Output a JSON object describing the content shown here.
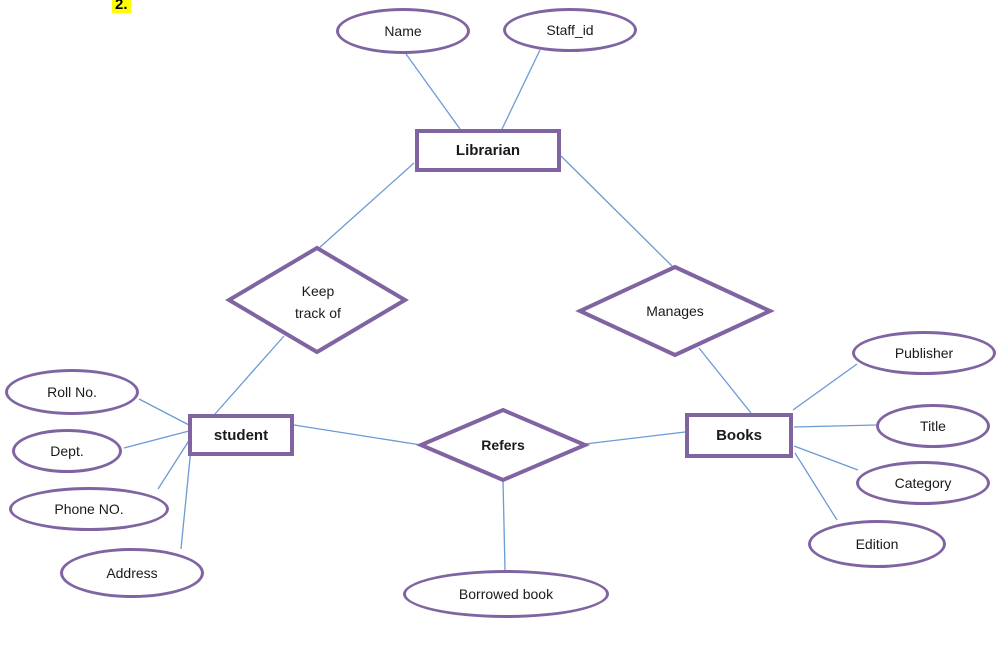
{
  "page_number": "2.",
  "colors": {
    "shape_border": "#8064A2",
    "connector": "#6b9bd4",
    "highlight": "#ffff00",
    "background": "#ffffff",
    "text": "#1a1a1a"
  },
  "nodes": {
    "name": {
      "label": "Name",
      "type": "attribute"
    },
    "staff_id": {
      "label": "Staff_id",
      "type": "attribute"
    },
    "librarian": {
      "label": "Librarian",
      "type": "entity"
    },
    "keep_track_of": {
      "label": "Keep track of",
      "type": "relationship"
    },
    "manages": {
      "label": "Manages",
      "type": "relationship"
    },
    "refers": {
      "label": "Refers",
      "type": "relationship"
    },
    "student": {
      "label": "student",
      "type": "entity"
    },
    "books": {
      "label": "Books",
      "type": "entity"
    },
    "roll_no": {
      "label": "Roll No.",
      "type": "attribute"
    },
    "dept": {
      "label": "Dept.",
      "type": "attribute"
    },
    "phone_no": {
      "label": "Phone NO.",
      "type": "attribute"
    },
    "address": {
      "label": "Address",
      "type": "attribute"
    },
    "publisher": {
      "label": "Publisher",
      "type": "attribute"
    },
    "title": {
      "label": "Title",
      "type": "attribute"
    },
    "category": {
      "label": "Category",
      "type": "attribute"
    },
    "edition": {
      "label": "Edition",
      "type": "attribute"
    },
    "borrowed_book": {
      "label": "Borrowed book",
      "type": "attribute"
    }
  },
  "diagram": {
    "type": "er-diagram",
    "entities": [
      "Librarian",
      "student",
      "Books"
    ],
    "relationships": [
      {
        "label": "Keep track of",
        "between": [
          "Librarian",
          "student"
        ]
      },
      {
        "label": "Manages",
        "between": [
          "Librarian",
          "Books"
        ]
      },
      {
        "label": "Refers",
        "between": [
          "student",
          "Books"
        ],
        "attributes": [
          "Borrowed book"
        ]
      }
    ],
    "entity_attributes": {
      "Librarian": [
        "Name",
        "Staff_id"
      ],
      "student": [
        "Roll No.",
        "Dept.",
        "Phone NO.",
        "Address"
      ],
      "Books": [
        "Publisher",
        "Title",
        "Category",
        "Edition"
      ]
    }
  }
}
